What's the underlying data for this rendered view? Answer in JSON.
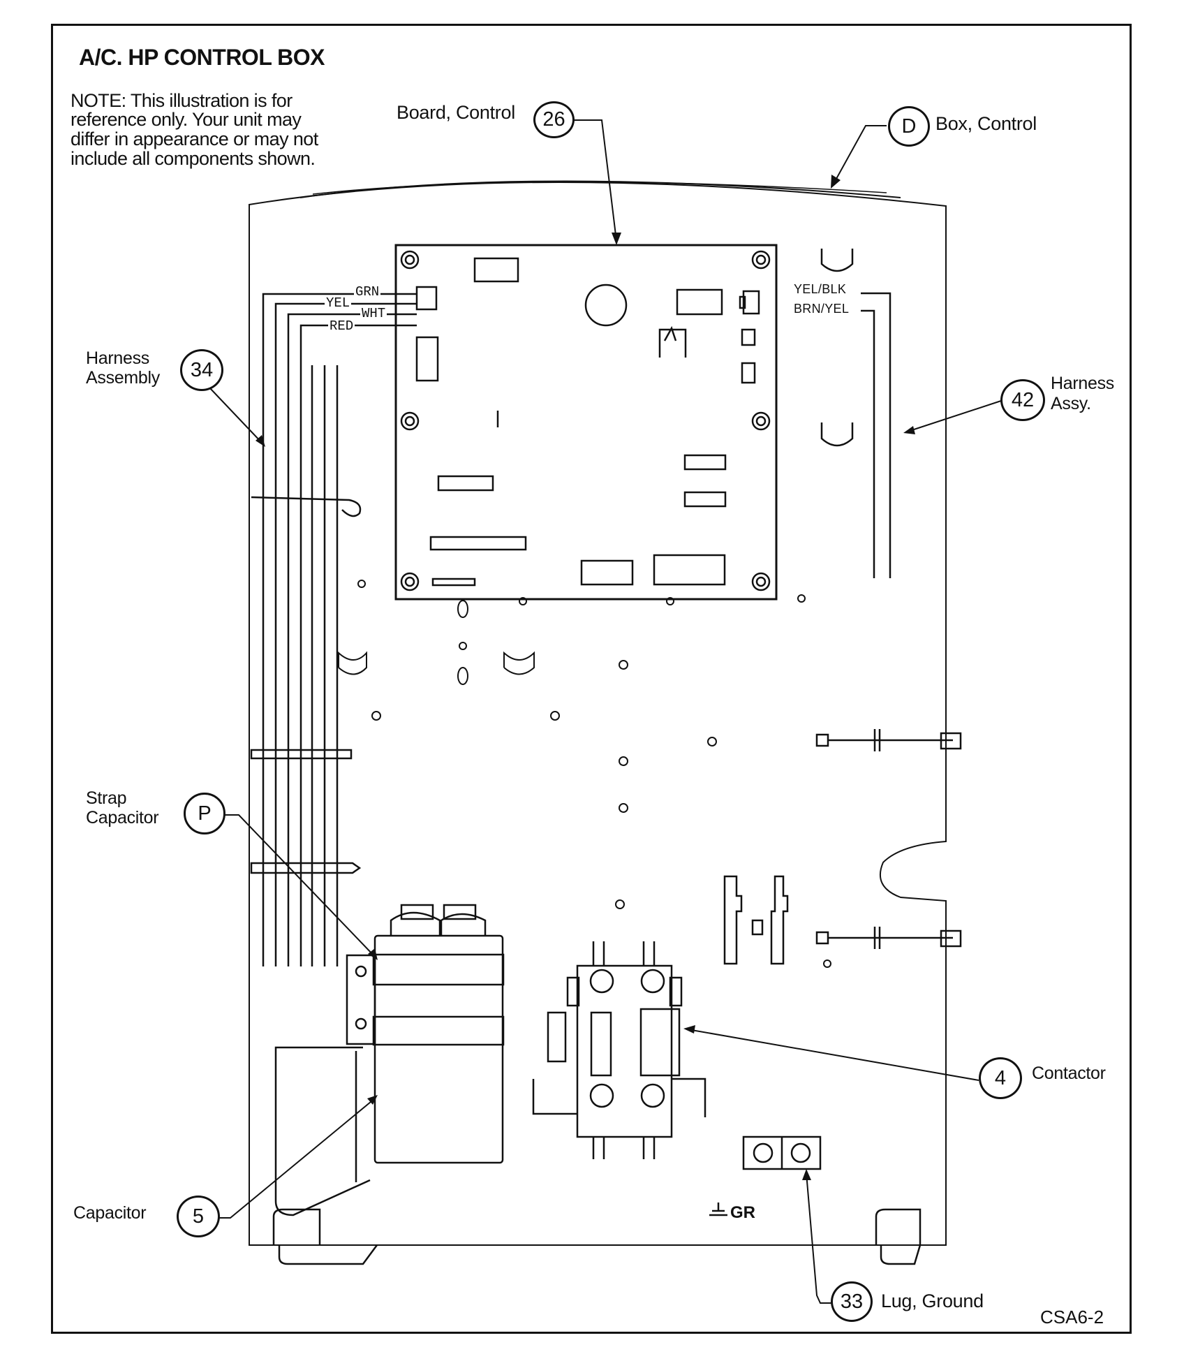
{
  "title": "A/C. HP CONTROL BOX",
  "note": [
    "NOTE: This illustration is for",
    "reference only. Your unit may",
    "differ in appearance or may not",
    "include all components shown."
  ],
  "callouts": {
    "board_control": {
      "id": "26",
      "label": "Board, Control"
    },
    "box_control": {
      "id": "D",
      "label": "Box, Control"
    },
    "harness_assembly": {
      "id": "34",
      "label_lines": [
        "Harness",
        "Assembly"
      ]
    },
    "harness_assy": {
      "id": "42",
      "label_lines": [
        "Harness",
        "Assy."
      ]
    },
    "strap_capacitor": {
      "id": "P",
      "label_lines": [
        "Strap",
        "Capacitor"
      ]
    },
    "contactor": {
      "id": "4",
      "label": "Contactor"
    },
    "capacitor": {
      "id": "5",
      "label": "Capacitor"
    },
    "lug_ground": {
      "id": "33",
      "label": "Lug, Ground"
    }
  },
  "wire_labels": [
    "GRN",
    "YEL",
    "WHT",
    "RED"
  ],
  "connector_labels": [
    "YEL/BLK",
    "BRN/YEL"
  ],
  "ground_mark": "GR",
  "figure_code": "CSA6-2"
}
